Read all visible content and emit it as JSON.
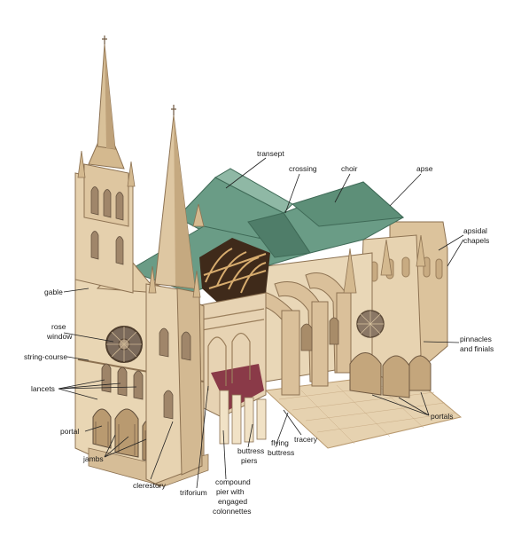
{
  "illustration": {
    "subject": "cathedral-cutaway",
    "colors": {
      "stone_light": "#f1e2c6",
      "stone_mid": "#dcc39c",
      "stone_dark": "#b99a70",
      "stone_shadow": "#8d7252",
      "roof_green": "#6a9c86",
      "roof_green_dark": "#4f7d69",
      "roof_green_light": "#8fb8a5",
      "timber": "#c9a06a",
      "rose_window": "#7b6a5b",
      "floor_red": "#8a3a48",
      "background": "#ffffff"
    }
  },
  "labels": {
    "transept": "transept",
    "crossing": "crossing",
    "choir": "choir",
    "apse": "apse",
    "apsidal_chapels_1": "apsidal",
    "apsidal_chapels_2": "chapels",
    "gable": "gable",
    "rose_window_1": "rose",
    "rose_window_2": "window",
    "string_course": "string-course",
    "pinnacles_1": "pinnacles",
    "pinnacles_2": "and finials",
    "lancets": "lancets",
    "portals": "portals",
    "portal": "portal",
    "tracery": "tracery",
    "flying_buttress_1": "flying",
    "flying_buttress_2": "buttress",
    "buttress_piers_1": "buttress",
    "buttress_piers_2": "piers",
    "jambs": "jambs",
    "clerestory": "clerestory",
    "compound_pier_1": "compound",
    "compound_pier_2": "pier with",
    "compound_pier_3": "engaged",
    "compound_pier_4": "colonnettes",
    "triforium": "triforium"
  }
}
